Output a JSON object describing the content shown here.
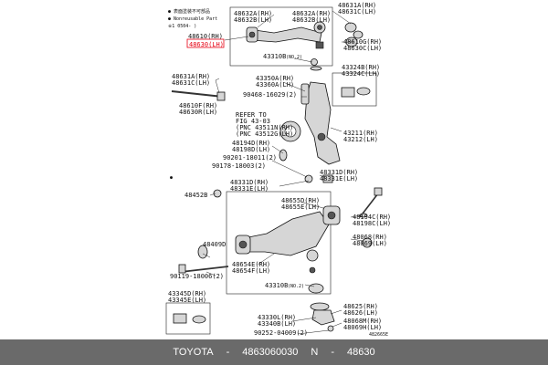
{
  "legend": {
    "line1": "● 表面塗装不可部品",
    "line2": "● Nonreusable Part",
    "line3": "※1 0504-      )"
  },
  "labels": {
    "p48610": "48610(RH)",
    "p48630": "48630(LH)",
    "p48632A": "48632A(RH)",
    "p48632B": "48632B(LH)",
    "p48632A2": "48632A(RH)",
    "p48632B2": "48632B(LH)",
    "p48631A": "48631A(RH)",
    "p48631C": "48631C(LH)",
    "p48610G": "48610G(RH)",
    "p48630C": "48630C(LH)",
    "p43310B": "43310B",
    "p43310B_note": "(NO.2)",
    "p43324B": "43324B(RH)",
    "p43324C": "43324C(LH)",
    "p48631A_l": "48631A(RH)",
    "p48631C_l": "48631C(LH)",
    "p43350A": "43350A(RH)",
    "p43360A": "43360A(LH)",
    "p90468": "90468-16029(2)",
    "p48610F": "48610F(RH)",
    "p48630R": "48630R(LH)",
    "refer1": "REFER TO",
    "refer2": "FIG 43-03",
    "refer3": "(PNC 43511N(RH)",
    "refer4": "(PNC 43512G(LH)",
    "p43211": "43211(RH)",
    "p43212": "43212(LH)",
    "p48194D": "48194D(RH)",
    "p48198D": "48198D(LH)",
    "p90201": "90201-18011(2)",
    "p90178": "90178-18003(2)",
    "p48331D_r": "48331D(RH)",
    "p48331E_r": "48331E(LH)",
    "mark": "●",
    "p48452B": "48452B",
    "p48331D": "48331D(RH)",
    "p48331E": "48331E(LH)",
    "p48655D": "48655D(RH)",
    "p48655E": "48655E(LH)",
    "p48194C": "48194C(RH)",
    "p48198C": "48198C(LH)",
    "p48409D": "48409D",
    "p48068": "48068(RH)",
    "p48069": "48069(LH)",
    "p48654E": "48654E(RH)",
    "p48654F": "48654F(LH)",
    "p90119": "90119-18006(2)",
    "p43310B2": "43310B",
    "p43310B2_note": "(NO.2)",
    "p43345D": "43345D(RH)",
    "p43345E": "43345E(LH)",
    "p48625": "48625(RH)",
    "p48626": "48626(LH)",
    "p43330L": "43330L(RH)",
    "p43340B": "43340B(LH)",
    "p48068M": "48068M(RH)",
    "p48069H": "48069H(LH)",
    "p90252": "90252-04009(2)",
    "code": "482665E"
  },
  "footer": {
    "brand": "TOYOTA",
    "sep1": "-",
    "part_number": "4863060030",
    "sep2": "N",
    "sep3": "-",
    "pnc": "48630"
  },
  "colors": {
    "highlight": "#e60012",
    "footer_bg": "#6a6a6a"
  }
}
